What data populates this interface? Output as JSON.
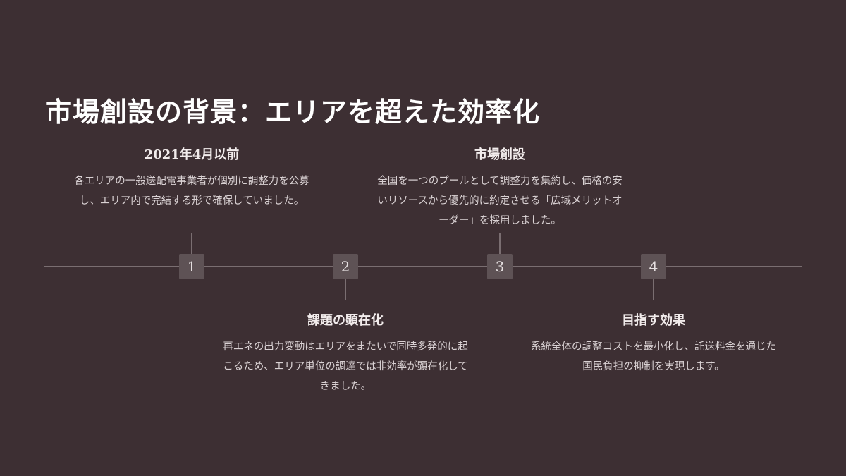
{
  "slide": {
    "title": "市場創設の背景：エリアを超えた効率化"
  },
  "timeline": {
    "events": [
      {
        "number": "1",
        "title": "2021年4月以前",
        "description_lines": [
          "各エリアの一般送配電事業者が個別に調整力を公募",
          "し、エリア内で完結する形で確保していました。"
        ]
      },
      {
        "number": "2",
        "title": "課題の顕在化",
        "description_lines": [
          "再エネの出力変動はエリアをまたいで同時多発的に起",
          "こるため、エリア単位の調達では非効率が顕在化して",
          "きました。"
        ]
      },
      {
        "number": "3",
        "title": "市場創設",
        "description_lines": [
          "全国を一つのプールとして調整力を集約し、価格の安",
          "いリソースから優先的に約定させる「広域メリットオ",
          "ーダー」を採用しました。"
        ]
      },
      {
        "number": "4",
        "title": "目指す効果",
        "description_lines": [
          "系統全体の調整コストを最小化し、託送料金を通じた",
          "国民負担の抑制を実現します。"
        ]
      }
    ]
  }
}
